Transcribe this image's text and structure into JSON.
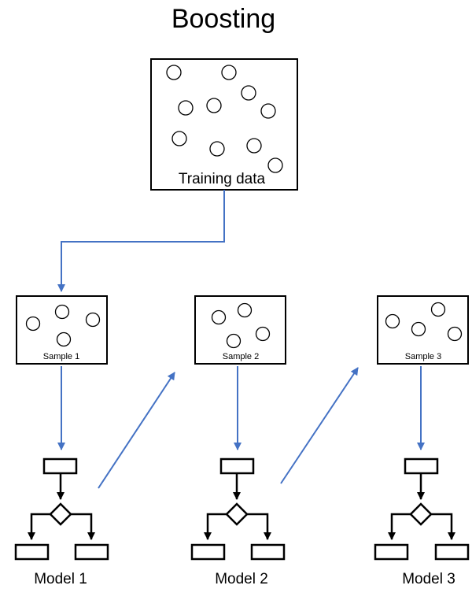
{
  "title": "Boosting",
  "training_label": "Training data",
  "samples": [
    {
      "label": "Sample 1"
    },
    {
      "label": "Sample 2"
    },
    {
      "label": "Sample 3"
    }
  ],
  "models": [
    {
      "label": "Model 1"
    },
    {
      "label": "Model 2"
    },
    {
      "label": "Model 3"
    }
  ],
  "colors": {
    "arrow": "#4472c4",
    "outline": "#000000"
  }
}
